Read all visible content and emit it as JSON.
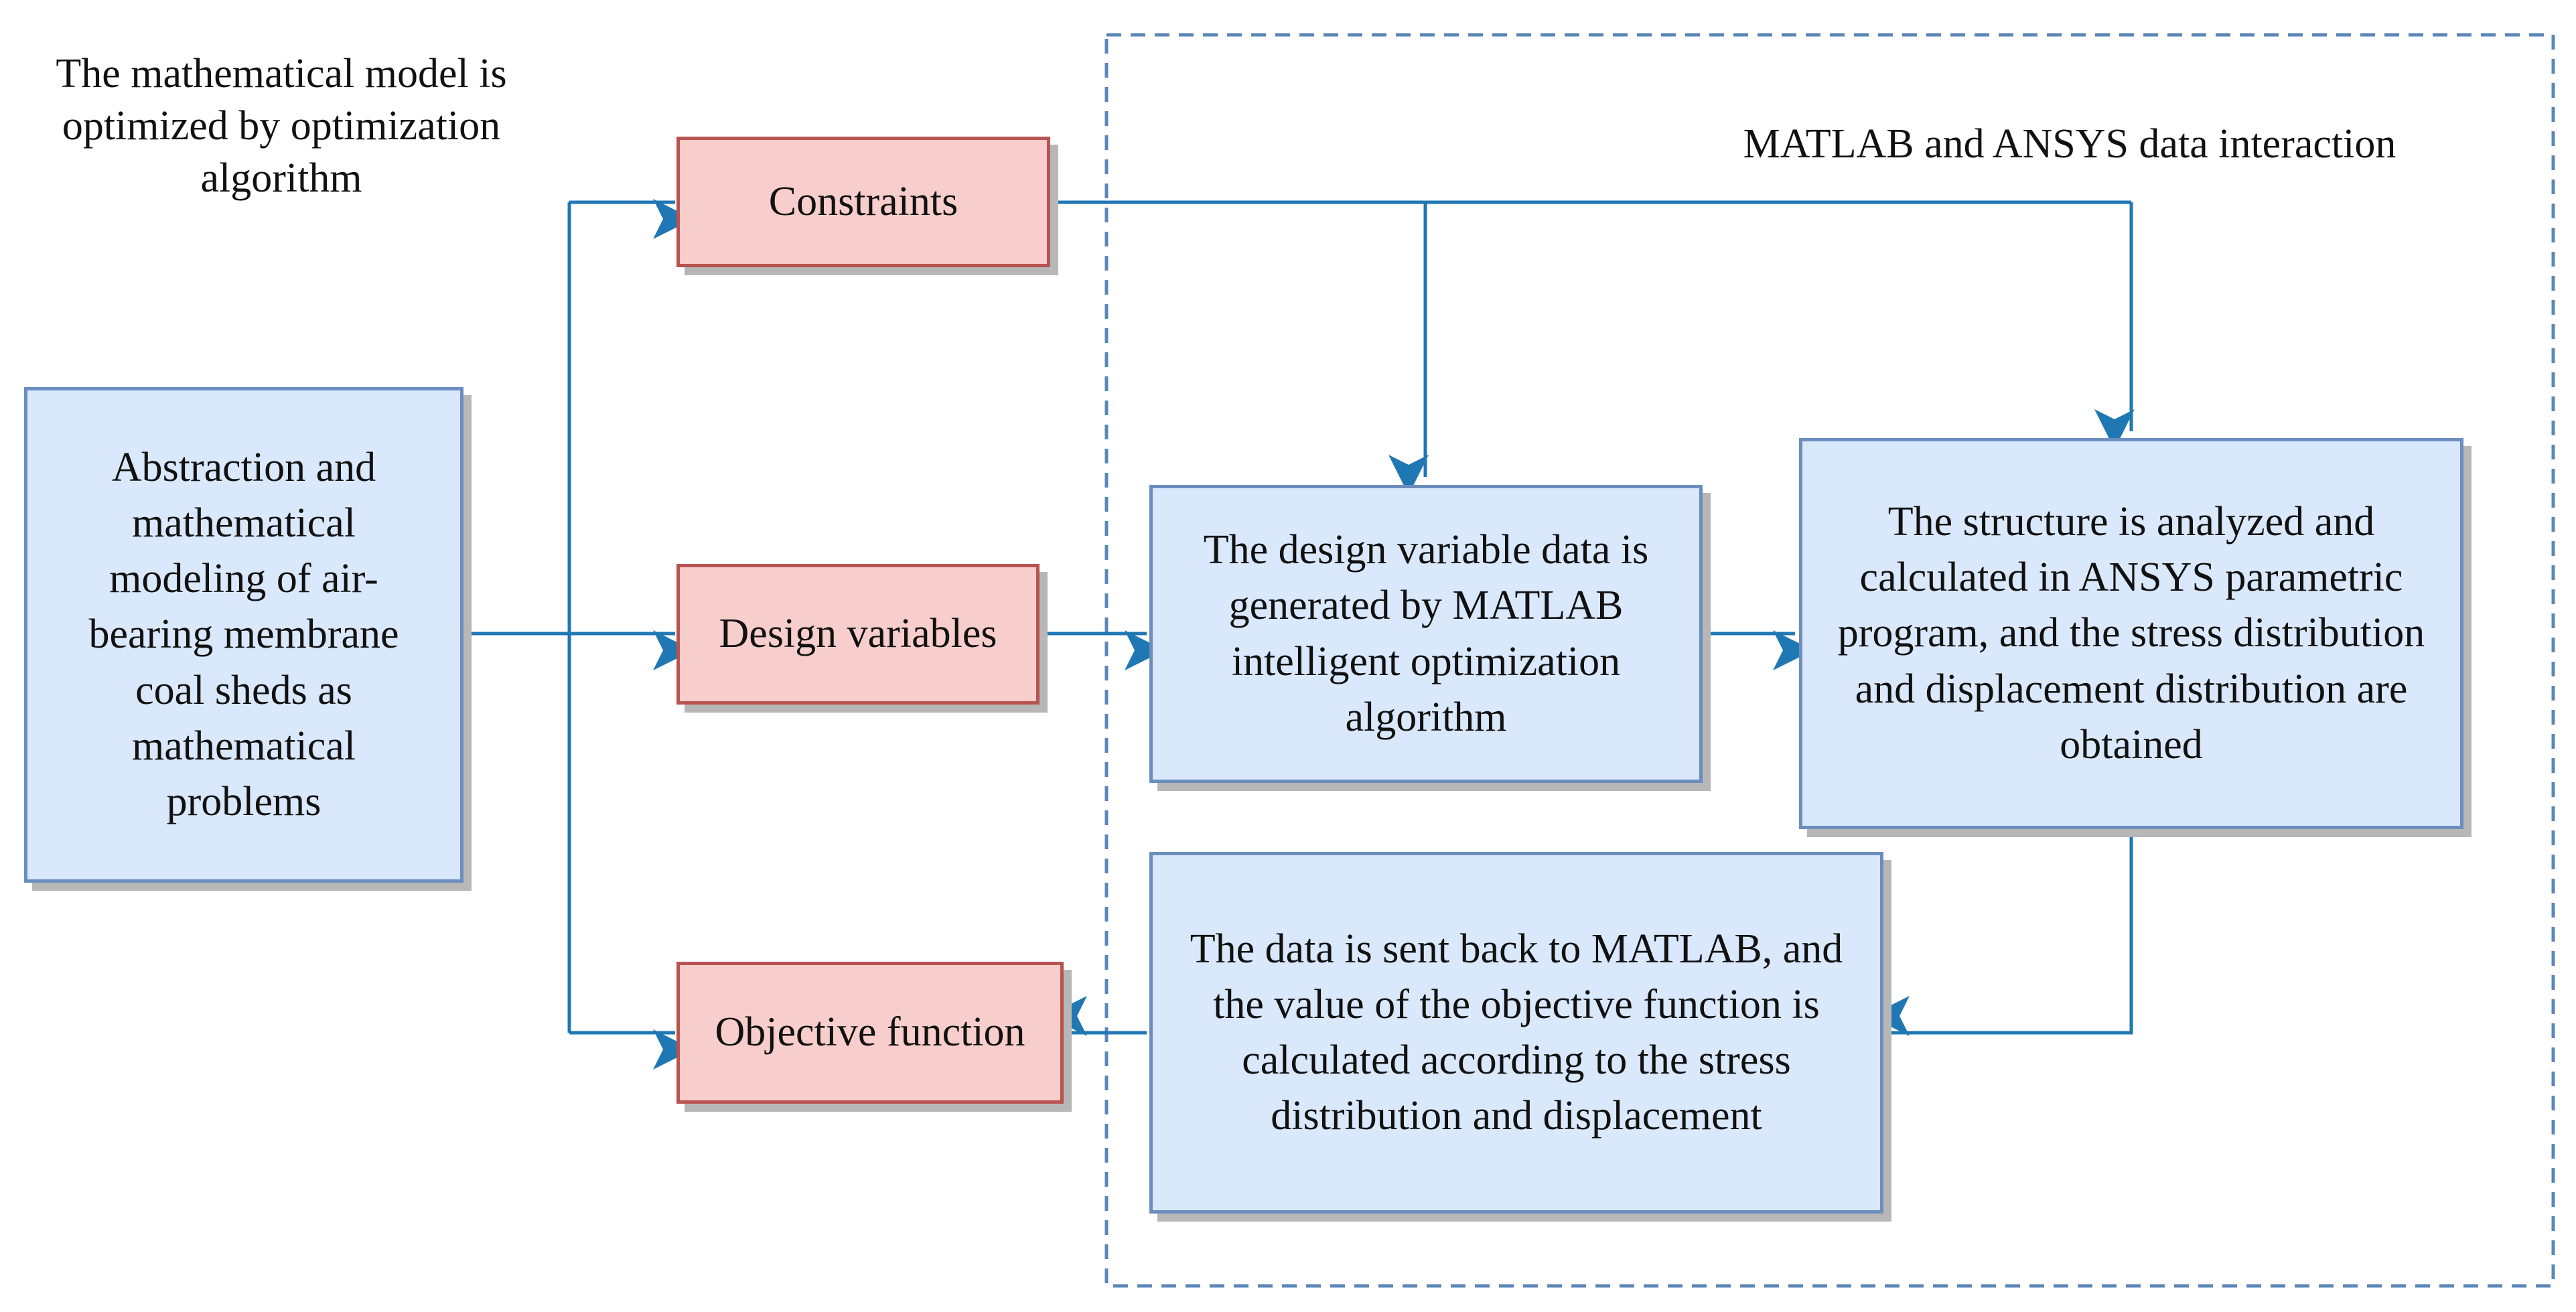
{
  "region_label": "MATLAB and ANSYS data interaction",
  "note": "The mathematical model is optimized by optimization algorithm",
  "nodes": {
    "abstraction": "Abstraction and mathematical modeling of air-bearing membrane coal sheds as mathematical problems",
    "constraints": "Constraints",
    "design_variables": "Design variables",
    "objective_function": "Objective function",
    "matlab_generate": "The design variable data is generated by MATLAB intelligent optimization algorithm",
    "ansys_analysis": "The structure is analyzed and calculated in ANSYS parametric program, and the stress distribution and displacement distribution are obtained",
    "matlab_return": "The data is sent back to MATLAB, and the value of the objective function is calculated according to the stress distribution and displacement"
  },
  "colors": {
    "arrow": "#1f77b4",
    "dashed_border": "#5b87b8",
    "blue_fill": "#dae8fc",
    "blue_stroke": "#6c8ebf",
    "red_fill": "#f8cecc",
    "red_stroke": "#b85450",
    "shadow": "#b7b7b7"
  }
}
